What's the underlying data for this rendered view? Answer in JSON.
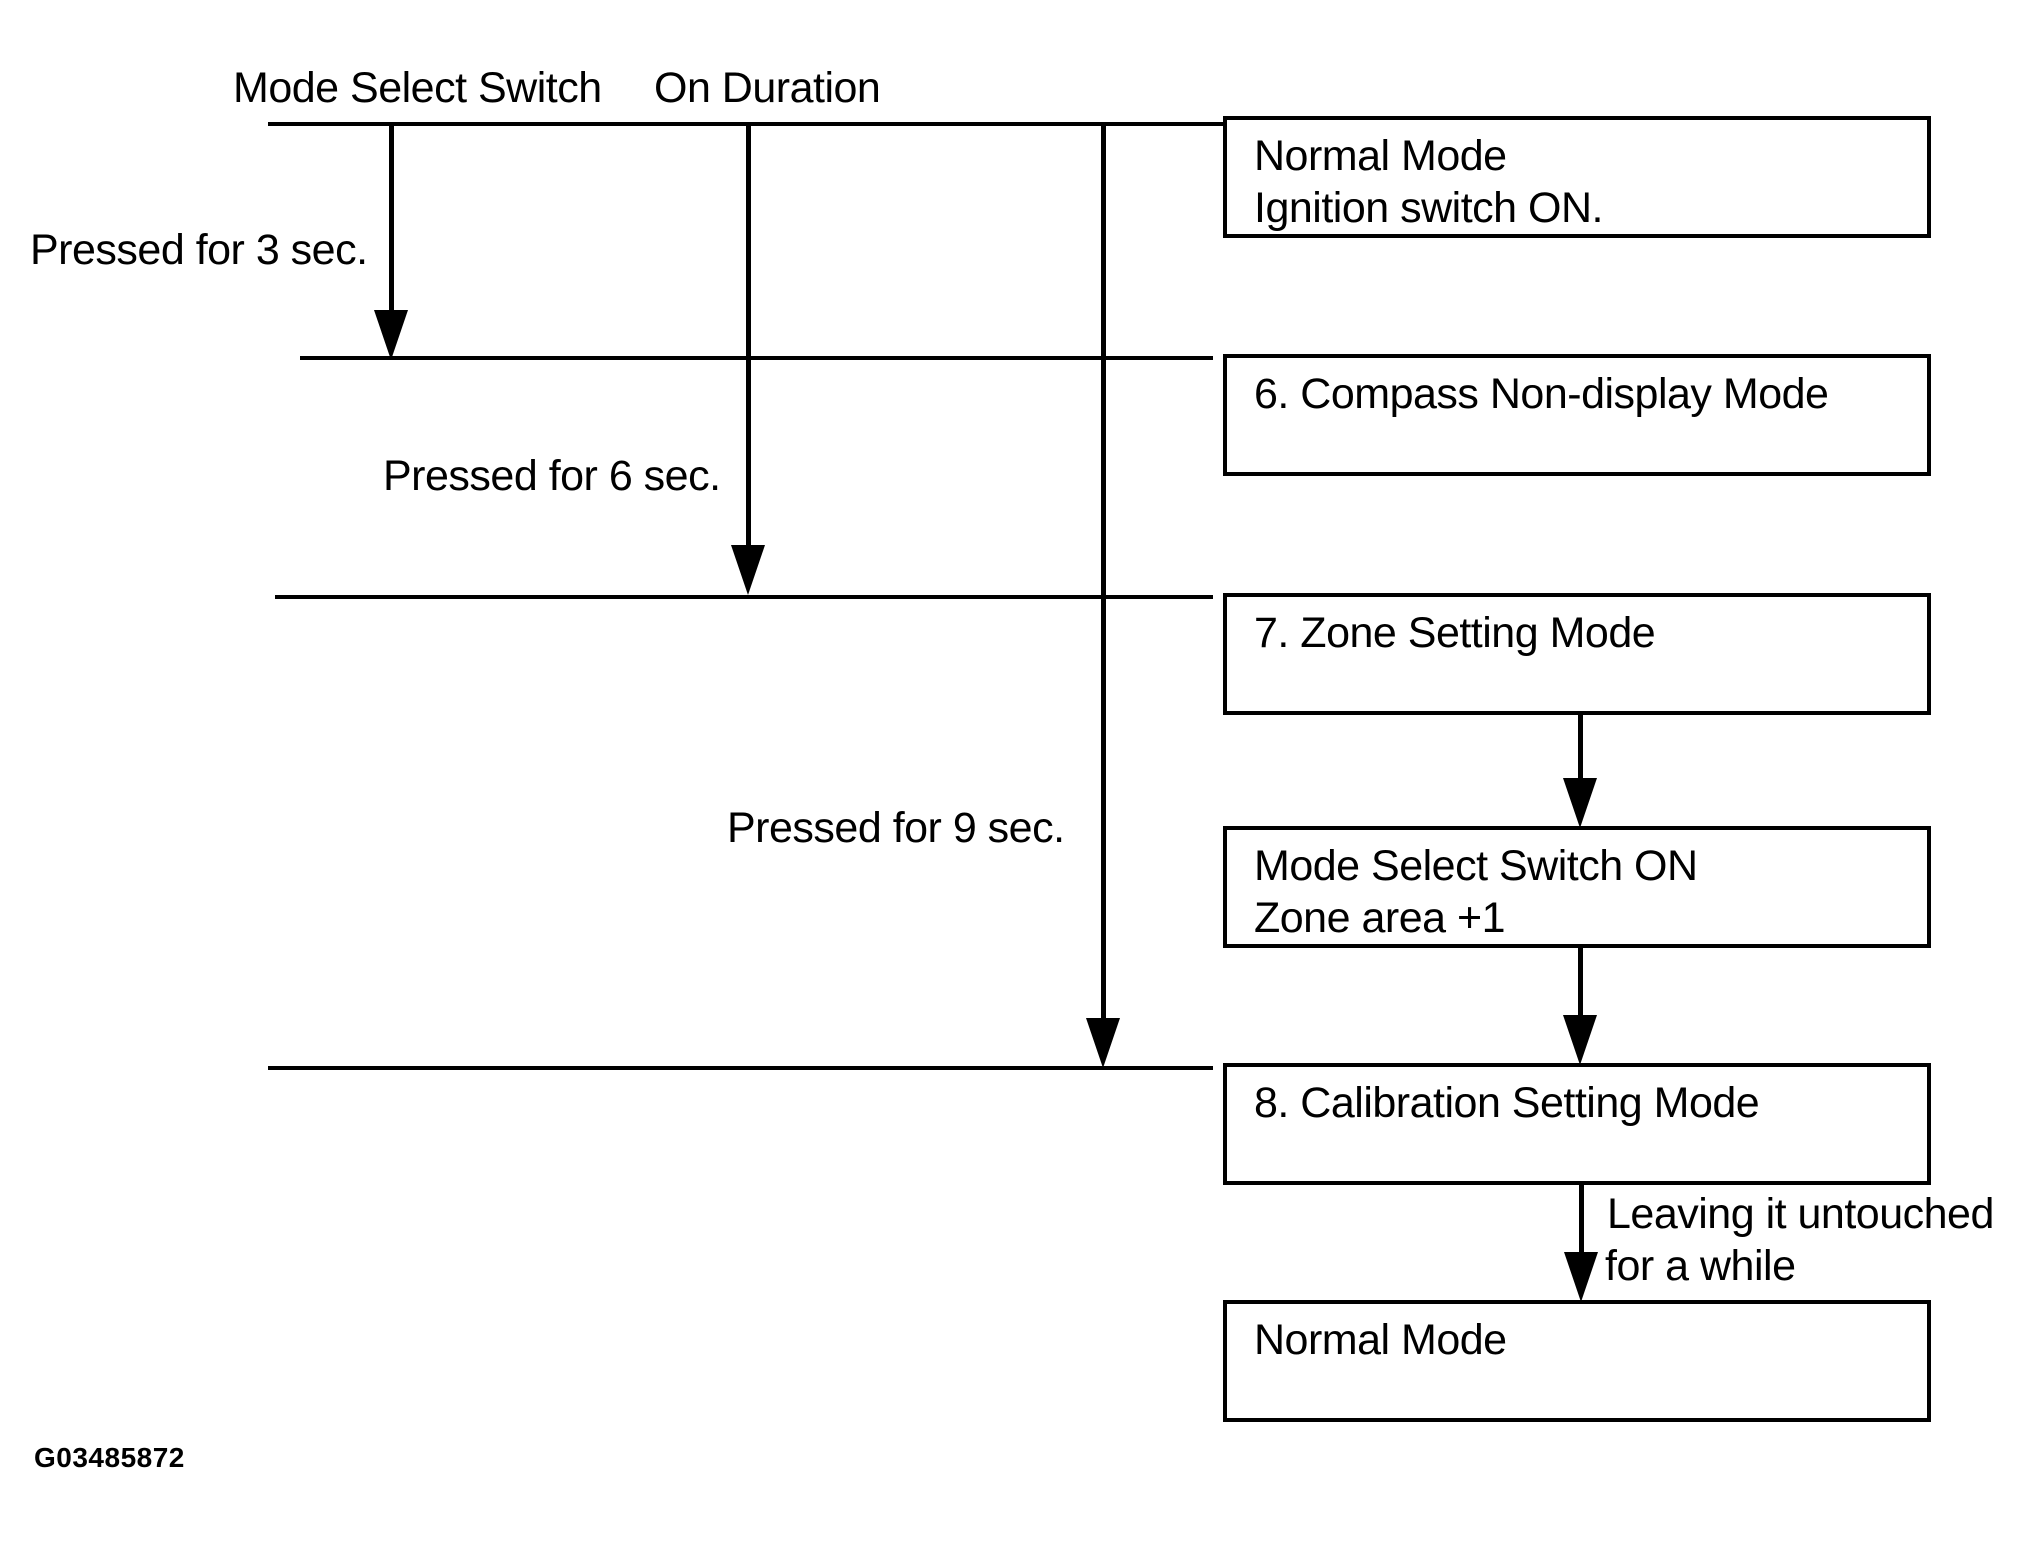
{
  "diagram": {
    "title_implicit": "Compass mode select flow",
    "background_color": "#ffffff",
    "ink_color": "#000000",
    "column_headers": [
      {
        "label": "Mode Select Switch"
      },
      {
        "label": "On Duration"
      }
    ],
    "press_labels": [
      "Pressed for 3 sec.",
      "Pressed for 6 sec.",
      "Pressed for 9 sec."
    ],
    "boxes": [
      {
        "lines": [
          "Normal Mode",
          "Ignition switch ON."
        ]
      },
      {
        "lines": [
          "6. Compass Non-display Mode"
        ]
      },
      {
        "lines": [
          "7. Zone Setting Mode"
        ]
      },
      {
        "lines": [
          "Mode Select Switch ON",
          "Zone area +1"
        ]
      },
      {
        "lines": [
          "8. Calibration Setting Mode"
        ]
      },
      {
        "lines": [
          "Normal Mode"
        ]
      }
    ],
    "arrow_note": {
      "line1": "Leaving it untouched",
      "line2": "for a while"
    },
    "figure_code": "G03485872"
  }
}
